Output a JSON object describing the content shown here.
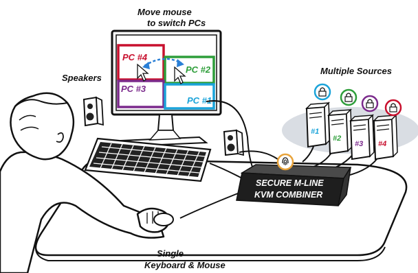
{
  "labels": {
    "move_mouse_line1": "Move mouse",
    "move_mouse_line2": "to switch PCs",
    "speakers": "Speakers",
    "multiple_sources": "Multiple Sources",
    "single_line1": "Single",
    "single_line2": "Keyboard & Mouse"
  },
  "kvm": {
    "line1": "SECURE M-LINE",
    "line2": "KVM COMBINER"
  },
  "screen_quadrants": [
    {
      "label": "PC #4",
      "color": "#c8102e"
    },
    {
      "label": "PC #2",
      "color": "#2e9e3a"
    },
    {
      "label": "PC #3",
      "color": "#7b2a8c"
    },
    {
      "label": "PC #1",
      "color": "#1aa3d9"
    }
  ],
  "sources": [
    {
      "label": "#1",
      "color": "#1aa3d9"
    },
    {
      "label": "#2",
      "color": "#2e9e3a"
    },
    {
      "label": "#3",
      "color": "#7b2a8c"
    },
    {
      "label": "#4",
      "color": "#c8102e"
    }
  ],
  "lock_colors": [
    "#1aa3d9",
    "#2e9e3a",
    "#7b2a8c",
    "#c8102e"
  ],
  "kvm_badge_color": "#e8a33a",
  "arrow_color": "#2a7fd6"
}
